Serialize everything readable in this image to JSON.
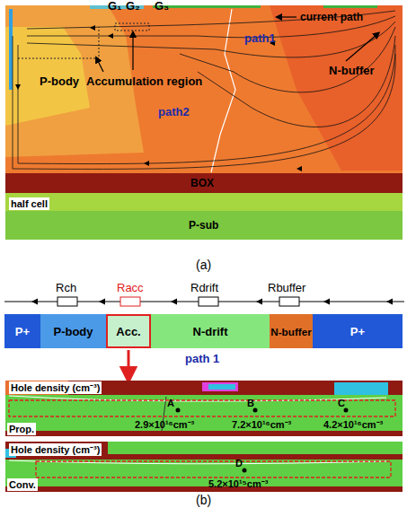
{
  "diagram": {
    "nodes": [
      {
        "text": [
          "P+"
        ]
      },
      {
        "text": [
          "P-body"
        ]
      },
      {
        "text": [
          "Acc."
        ]
      },
      {
        "text": [
          "N-drift"
        ]
      },
      {
        "text": [
          "N-buffer"
        ]
      },
      {
        "text": [
          "P+"
        ]
      }
    ],
    "labels": [
      "G₁",
      "G₂",
      "G₃",
      "current path",
      "path1",
      "P-body",
      "Accumulation region",
      "path2",
      "N-buffer",
      "BOX",
      "half cell",
      "P-sub",
      "(a)",
      "Rch",
      "Racc",
      "Rdrift",
      "Rbuffer",
      "path 1",
      "Hole density (cm⁻³)",
      "A",
      "B",
      "C",
      "2.9×10¹⁶cm⁻³",
      "7.2×10¹⁶cm⁻³",
      "4.2×10¹⁶cm⁻³",
      "Prop.",
      "Hole density (cm⁻³)",
      "D",
      "5.2×10¹⁵cm⁻³",
      "Conv.",
      "(b)"
    ]
  }
}
